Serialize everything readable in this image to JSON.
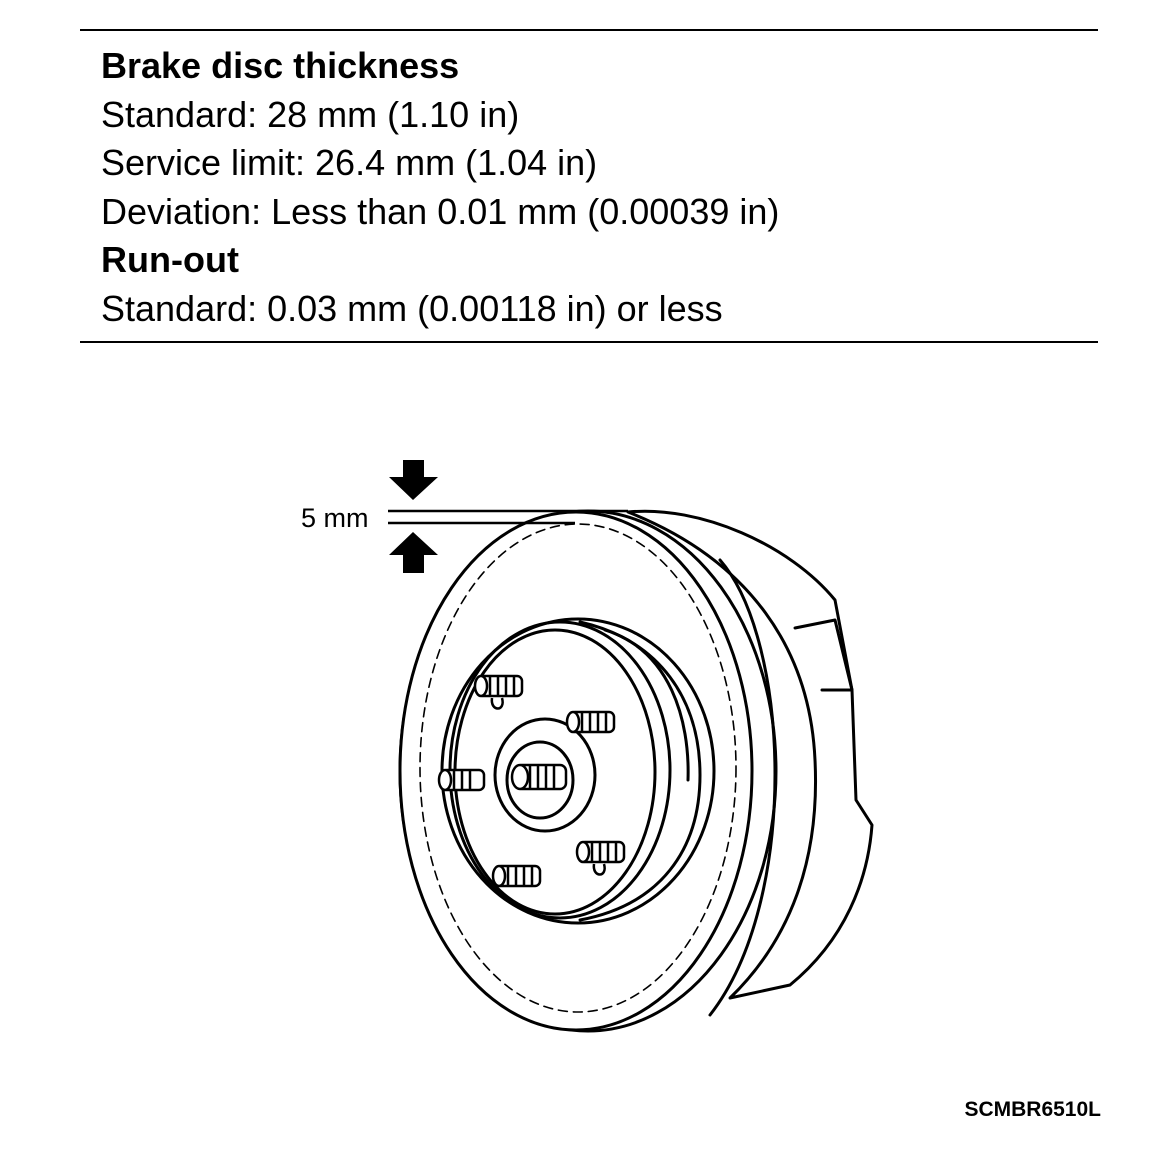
{
  "specs": {
    "thickness_heading": "Brake disc thickness",
    "thickness_standard": "Standard:  28 mm (1.10 in)",
    "thickness_service_limit": "Service limit:  26.4 mm (1.04 in)",
    "thickness_deviation": "Deviation:  Less than 0.01 mm (0.00039 in)",
    "runout_heading": "Run-out",
    "runout_standard": "Standard:  0.03 mm (0.00118 in) or less"
  },
  "figure": {
    "dimension_label": "5 mm",
    "figure_code": "SCMBR6510L"
  }
}
